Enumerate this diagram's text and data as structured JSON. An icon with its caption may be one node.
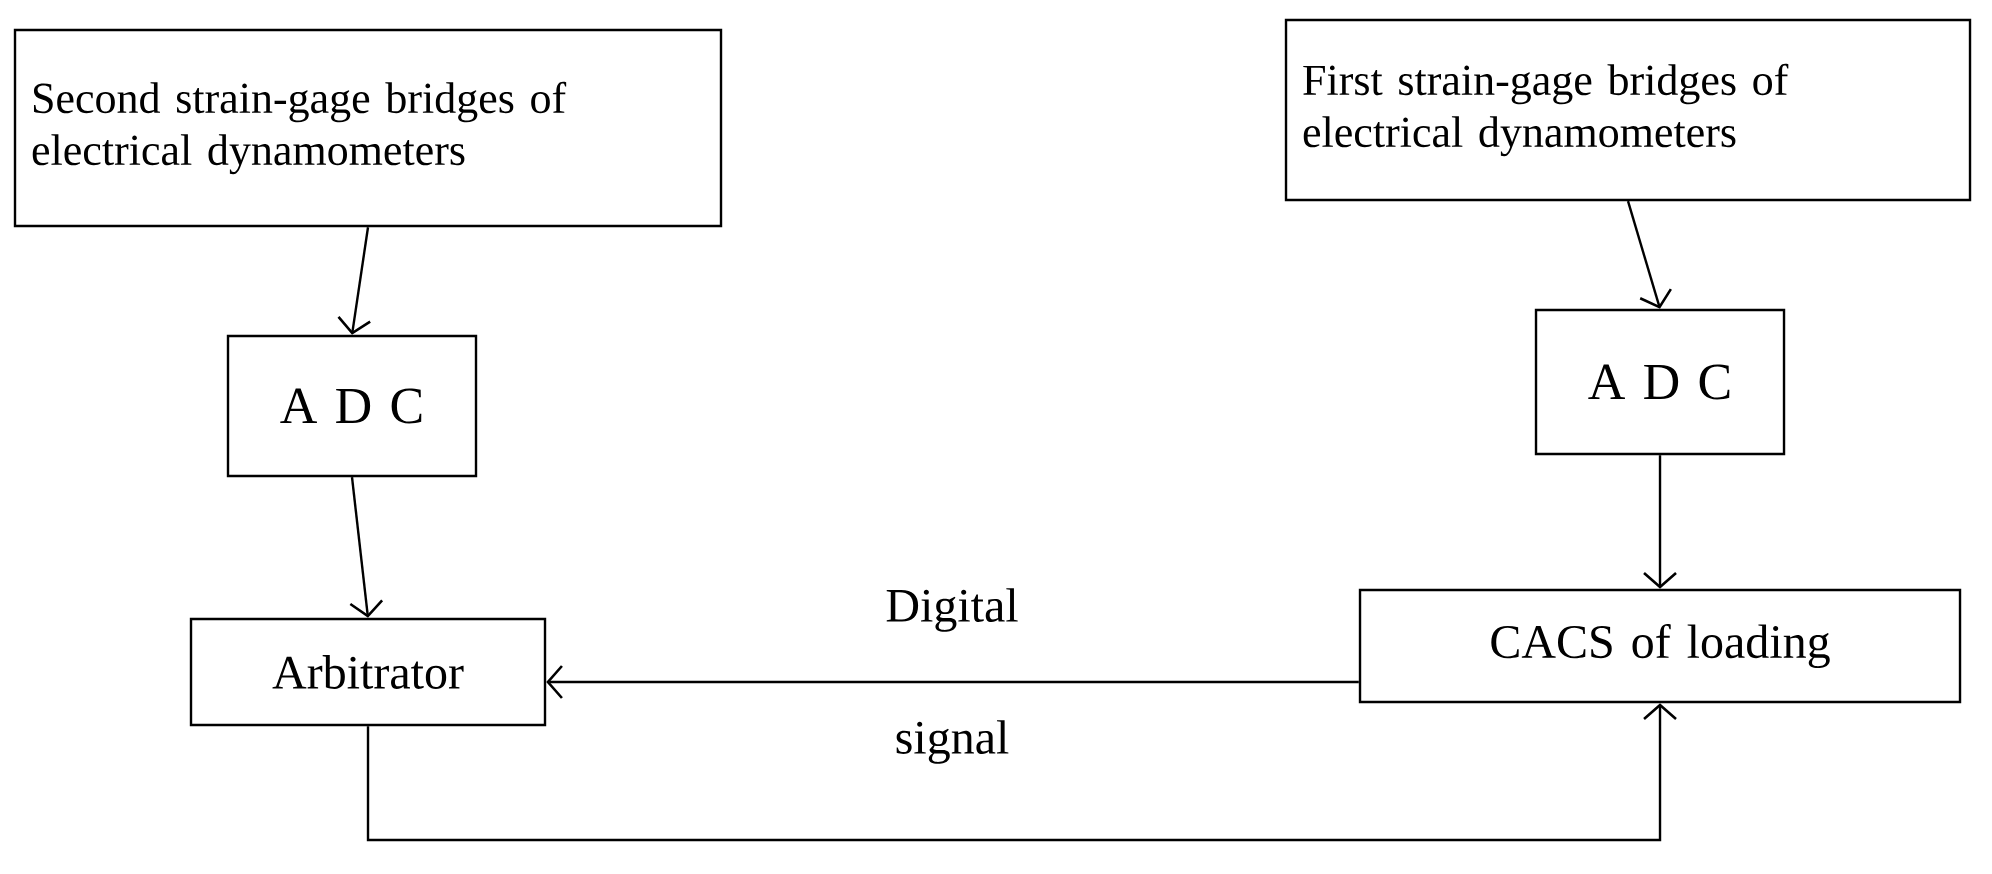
{
  "diagram": {
    "nodes": [
      {
        "text": [
          "Second strain-gage bridges of electrical dynamometers"
        ]
      },
      {
        "text": [
          "A D C"
        ]
      },
      {
        "text": [
          "Arbitrator"
        ]
      },
      {
        "text": [
          "First strain-gage bridges of electrical dynamometers"
        ]
      },
      {
        "text": [
          "A D C"
        ]
      },
      {
        "text": [
          "CACS of loading"
        ]
      }
    ],
    "edges": [
      {
        "from": 0,
        "to": 1,
        "arrow": "to"
      },
      {
        "from": 1,
        "to": 2,
        "arrow": "to"
      },
      {
        "from": 3,
        "to": 4,
        "arrow": "to"
      },
      {
        "from": 4,
        "to": 5,
        "arrow": "to"
      },
      {
        "from": 5,
        "to": 2,
        "arrow": "to",
        "label": "Digital signal"
      },
      {
        "from": 2,
        "to": 5,
        "arrow": "to"
      }
    ]
  }
}
